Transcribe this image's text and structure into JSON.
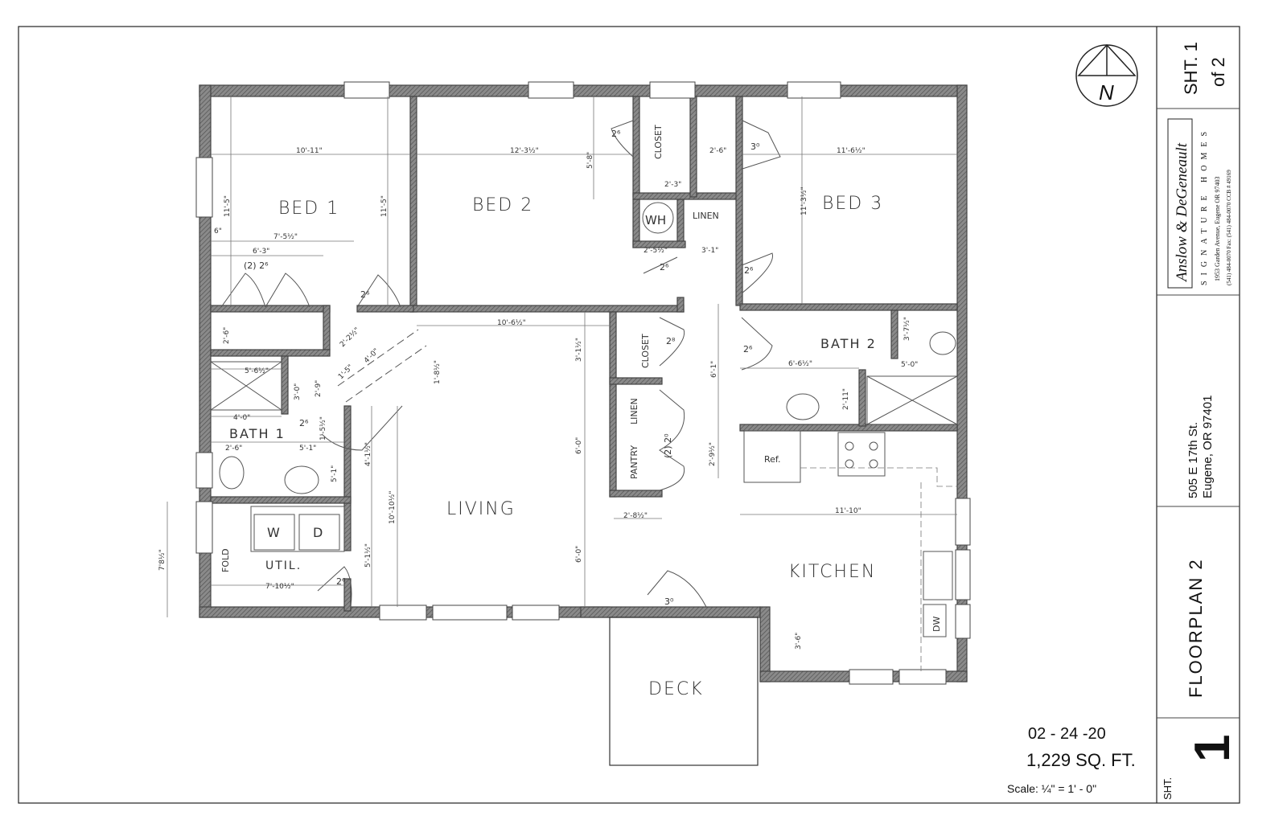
{
  "rooms": {
    "bed1": "BED 1",
    "bed2": "BED 2",
    "bed3": "BED 3",
    "bath1": "BATH 1",
    "bath2": "BATH 2",
    "living": "LIVING",
    "kitchen": "KITCHEN",
    "deck": "DECK",
    "util": "UTIL.",
    "closet1": "CLOSET",
    "closet2": "CLOSET",
    "linen1": "LINEN",
    "linen2": "LINEN",
    "pantry": "PANTRY",
    "fold": "FOLD",
    "wh": "WH",
    "washer": "W",
    "dryer": "D",
    "ref": "Ref.",
    "dw": "DW"
  },
  "doors": [
    "(2) 2⁶",
    "2⁶",
    "2⁶",
    "3⁰",
    "2⁶",
    "2⁶",
    "2⁶",
    "2⁸",
    "(2) 2⁰",
    "2⁶",
    "3⁰",
    "2⁶"
  ],
  "dimensions": {
    "bed1_w": "10'-11\"",
    "bed1_h": "11'-5\"",
    "bed1_h2": "11'-5\"",
    "bed1_closet": "7'-5½\"",
    "bed1_63": "6'-3\"",
    "bed1_6": "6\"",
    "bed1_26": "2'-6\"",
    "bed2_w": "12'-3½\"",
    "bed2_58": "5'-8\"",
    "closet_w": "2'-3\"",
    "closet_26": "2'-6\"",
    "wh_w": "2'-5½\"",
    "linen_w": "3'-1\"",
    "bed3_w": "11'-6½\"",
    "bed3_h": "11'-3½\"",
    "living_w": "10'-6½\"",
    "living_18": "1'-8½\"",
    "living_31": "3'-1½\"",
    "living_60a": "6'-0\"",
    "living_60b": "6'-0\"",
    "living_1010": "10'-10½\"",
    "hall_41": "4'-1½\"",
    "hall_51": "5'-1½\"",
    "diag_22": "2'-2½\"",
    "diag_40": "4'-0\"",
    "diag_15": "1'-5\"",
    "bath1_56": "5'-6½\"",
    "bath1_30": "3'-0\"",
    "bath1_29": "2'-9\"",
    "bath1_40": "4'-0\"",
    "bath1_26": "2'-6\"",
    "bath1_5": "5'-1\"",
    "bath1_51": "5'-1\"",
    "bath1_15": "1'-5½\"",
    "util_w": "7'-10½\"",
    "util_h": "7'8½\"",
    "pantry_w": "2'-8½\"",
    "bath2_61": "6'-1\"",
    "bath2_w": "6'-6½\"",
    "bath2_50": "5'-0\"",
    "bath2_31": "3'-7½\"",
    "bath2_21": "2'-11\"",
    "kitchen_w": "11'-10\"",
    "kitchen_29": "2'-9½\"",
    "kitchen_36": "3'-6\""
  },
  "title_block": {
    "sheet": "SHT. 1",
    "sheet_of": "of 2",
    "company_logo": "Anslow & DeGeneault",
    "company_tagline": "SIGNATURE HOMES",
    "company_address": "1953 Garden Avenue, Eugene OR 97403",
    "company_contact": "(541) 484-0070   Fax: (541) 484-0070   CCB # 49169",
    "address_line1": "505 E 17th St.",
    "address_line2": "Eugene, OR 97401",
    "plan_name": "FLOORPLAN 2",
    "sheet_number": "1",
    "sheet_label": "SHT."
  },
  "north_arrow": "N",
  "date": "02 - 24 -20",
  "area": "1,229 SQ. FT.",
  "scale": "Scale: ¼\" = 1' - 0\""
}
